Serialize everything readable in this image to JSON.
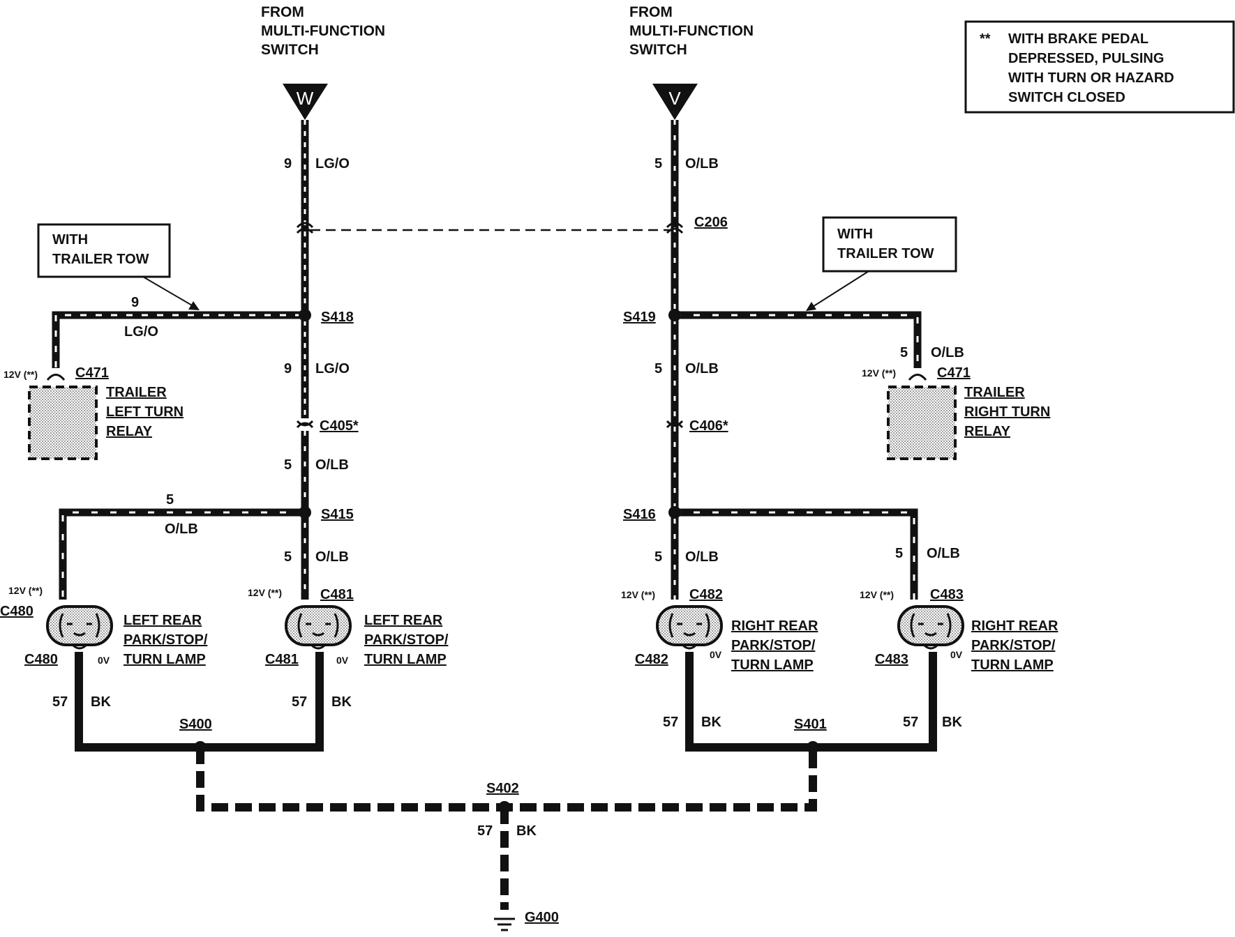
{
  "source_left": [
    "FROM",
    "MULTI-FUNCTION",
    "SWITCH"
  ],
  "source_right": [
    "FROM",
    "MULTI-FUNCTION",
    "SWITCH"
  ],
  "connector_w": "W",
  "connector_v": "V",
  "note": {
    "marker": "**",
    "lines": [
      "WITH BRAKE PEDAL",
      "DEPRESSED, PULSING",
      "WITH TURN OR HAZARD",
      "SWITCH CLOSED"
    ]
  },
  "option_left": [
    "WITH",
    "TRAILER TOW"
  ],
  "option_right": [
    "WITH",
    "TRAILER TOW"
  ],
  "wires": {
    "left_top": {
      "circuit": "9",
      "color": "LG/O"
    },
    "right_top": {
      "circuit": "5",
      "color": "O/LB"
    },
    "left_trailer": {
      "circuit": "9",
      "color": "LG/O"
    },
    "right_trailer": {
      "circuit": "5",
      "color": "O/LB"
    },
    "left_mid": {
      "circuit": "9",
      "color": "LG/O"
    },
    "right_mid": {
      "circuit": "5",
      "color": "O/LB"
    },
    "left_low": {
      "circuit": "5",
      "color": "O/LB"
    },
    "left_branch": {
      "circuit": "5",
      "color": "O/LB"
    },
    "left_c481": {
      "circuit": "5",
      "color": "O/LB"
    },
    "right_c482": {
      "circuit": "5",
      "color": "O/LB"
    },
    "right_c483": {
      "circuit": "5",
      "color": "O/LB"
    },
    "gnd_480": {
      "circuit": "57",
      "color": "BK"
    },
    "gnd_481": {
      "circuit": "57",
      "color": "BK"
    },
    "gnd_482": {
      "circuit": "57",
      "color": "BK"
    },
    "gnd_483": {
      "circuit": "57",
      "color": "BK"
    },
    "gnd_main": {
      "circuit": "57",
      "color": "BK"
    }
  },
  "connectors": {
    "c206": "C206",
    "c405": "C405*",
    "c406": "C406*",
    "c471_left": "C471",
    "c471_right": "C471",
    "c480_top": "C480",
    "c480_bottom": "C480",
    "c481_top": "C481",
    "c481_bottom": "C481",
    "c482_top": "C482",
    "c482_bottom": "C482",
    "c483_top": "C483",
    "c483_bottom": "C483"
  },
  "splices": {
    "s418": "S418",
    "s419": "S419",
    "s415": "S415",
    "s416": "S416",
    "s400": "S400",
    "s401": "S401",
    "s402": "S402"
  },
  "ground": "G400",
  "voltage": {
    "on": "12V (**)",
    "off": "0V"
  },
  "relays": {
    "left": [
      "TRAILER",
      "LEFT TURN",
      "RELAY"
    ],
    "right": [
      "TRAILER",
      "RIGHT TURN",
      "RELAY"
    ]
  },
  "lamps": {
    "c480": [
      "LEFT REAR",
      "PARK/STOP/",
      "TURN LAMP"
    ],
    "c481": [
      "LEFT REAR",
      "PARK/STOP/",
      "TURN LAMP"
    ],
    "c482": [
      "RIGHT REAR",
      "PARK/STOP/",
      "TURN LAMP"
    ],
    "c483": [
      "RIGHT REAR",
      "PARK/STOP/",
      "TURN LAMP"
    ]
  },
  "colors": {
    "ink": "#111111",
    "relay_fill": "#c8c8c8",
    "lamp_fill": "#cfcfcf"
  }
}
